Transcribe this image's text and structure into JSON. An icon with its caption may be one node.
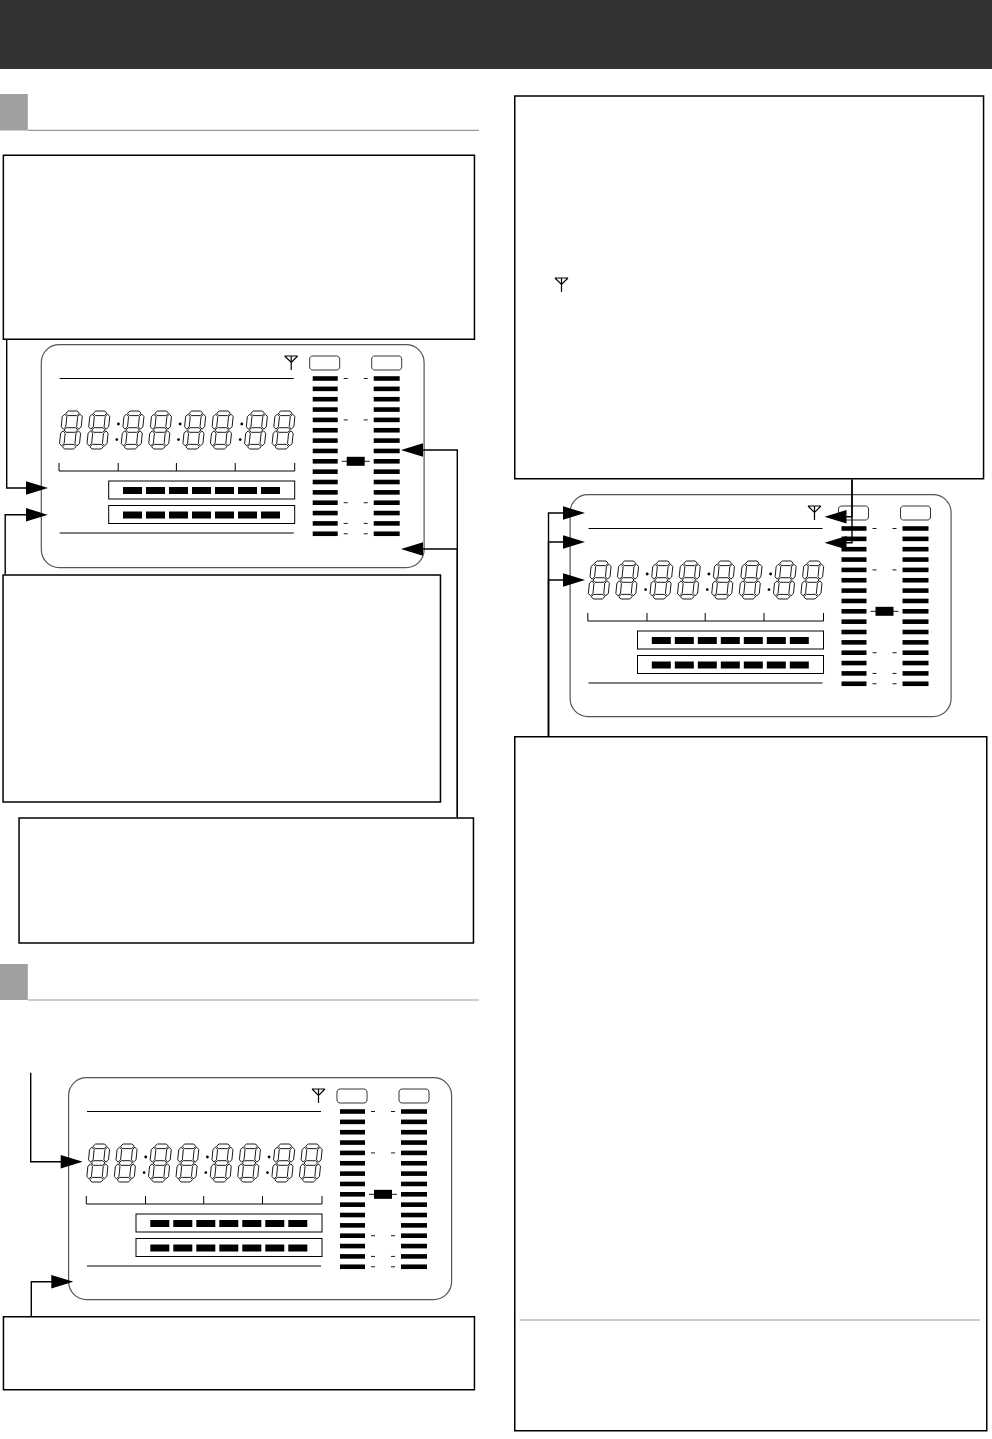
{
  "diagram": {
    "nodes": [
      {
        "text": [],
        "shape": "box"
      },
      {
        "text": [],
        "shape": "picture"
      },
      {
        "text": [],
        "shape": "box"
      },
      {
        "text": [],
        "shape": "box"
      },
      {
        "text": [],
        "shape": "picture"
      },
      {
        "text": [],
        "shape": "box"
      },
      {
        "text": [],
        "shape": "box"
      },
      {
        "text": [],
        "shape": "picture"
      },
      {
        "text": [],
        "shape": "box"
      }
    ],
    "edges": [
      {
        "from": 0,
        "to": 1,
        "arrow": "to"
      },
      {
        "from": 2,
        "to": 1,
        "arrow": "to"
      },
      {
        "from": 3,
        "to": 1,
        "arrow": "to"
      },
      {
        "from": 3,
        "to": 1,
        "arrow": "to"
      },
      {
        "from": 6,
        "to": 7,
        "arrow": "to"
      },
      {
        "from": 6,
        "to": 7,
        "arrow": "to"
      },
      {
        "from": 8,
        "to": 7,
        "arrow": "to"
      },
      {
        "from": 8,
        "to": 7,
        "arrow": "to"
      },
      {
        "from": 8,
        "to": 7,
        "arrow": "to"
      },
      {
        "from": null,
        "to": 4,
        "arrow": "to"
      },
      {
        "from": 5,
        "to": 4,
        "arrow": "to"
      }
    ]
  }
}
